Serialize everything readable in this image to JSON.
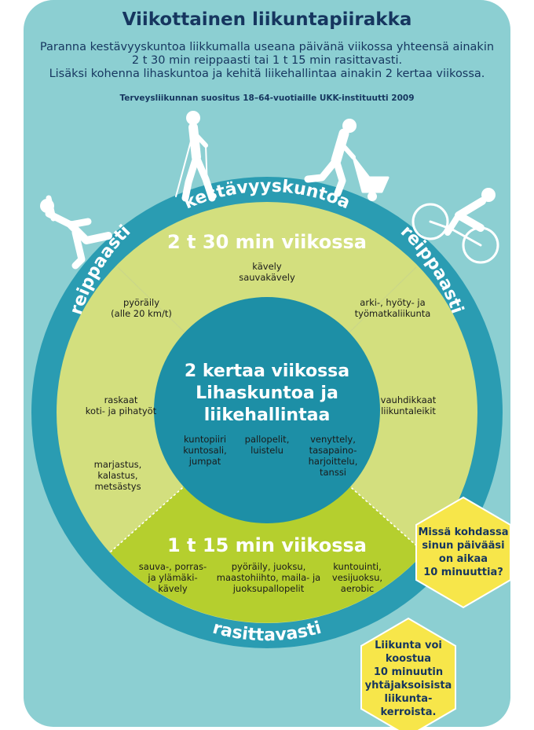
{
  "title": "Viikottainen liikuntapiirakka",
  "intro_lines": [
    "Paranna kestävyyskuntoa liikkumalla useana päivänä viikossa yhteensä ainakin",
    "2 t 30 min reippaasti tai 1 t 15 min rasittavasti.",
    "Lisäksi kohenna lihaskuntoa ja kehitä liikehallintaa ainakin 2 kertaa viikossa."
  ],
  "source": "Terveysliikunnan suositus 18–64-vuotiaille UKK-instituutti 2009",
  "ring": {
    "top": "kestävyyskuntoa",
    "left": "reippaasti",
    "right": "reippaasti",
    "bottom": "rasittavasti"
  },
  "brisk": {
    "heading": "2 t 30 min viikossa",
    "activities": [
      "kävely\nsauvakävely",
      "pyöräily\n(alle 20 km/t)",
      "arki-, hyöty- ja\ntyömatkaliikunta",
      "raskaat\nkoti- ja pihatyöt",
      "vauhdikkaat\nliikuntaleikit",
      "marjastus,\nkalastus,\nmetsästys"
    ]
  },
  "vigorous": {
    "heading": "1 t 15 min viikossa",
    "activities": [
      "sauva-, porras-\nja ylämäki-\nkävely",
      "pyöräily, juoksu,\nmaastohiihto, maila- ja\njuoksupallopelit",
      "kuntouinti,\nvesijuoksu,\naerobic"
    ]
  },
  "center": {
    "line1": "2 kertaa viikossa",
    "line2": "Lihaskuntoa ja",
    "line3": "liikehallintaa",
    "activities": [
      "kuntopiiri\nkuntosali,\njumpat",
      "pallopelit,\nluistelu",
      "venyttely,\ntasapaino-\nharjoittelu,\ntanssi"
    ]
  },
  "hexagons": [
    "Missä kohdassa\nsinun päivääsi\non aikaa\n10 minuuttia?",
    "Liikunta voi\nkoostua\n10 minuutin\nyhtäjaksoisista\nliikunta-\nkerroista."
  ],
  "figures": [
    "runner-icon",
    "nordic-walker-icon",
    "wheelbarrow-worker-icon",
    "cyclist-icon"
  ],
  "colors": {
    "panel": "#8ccfd2",
    "ring": "#2a9cb2",
    "brisk": "#d3df7e",
    "vigorous": "#b5cf2e",
    "center": "#1d8fa6",
    "hexagon": "#f7e64a",
    "title": "#16365f"
  }
}
